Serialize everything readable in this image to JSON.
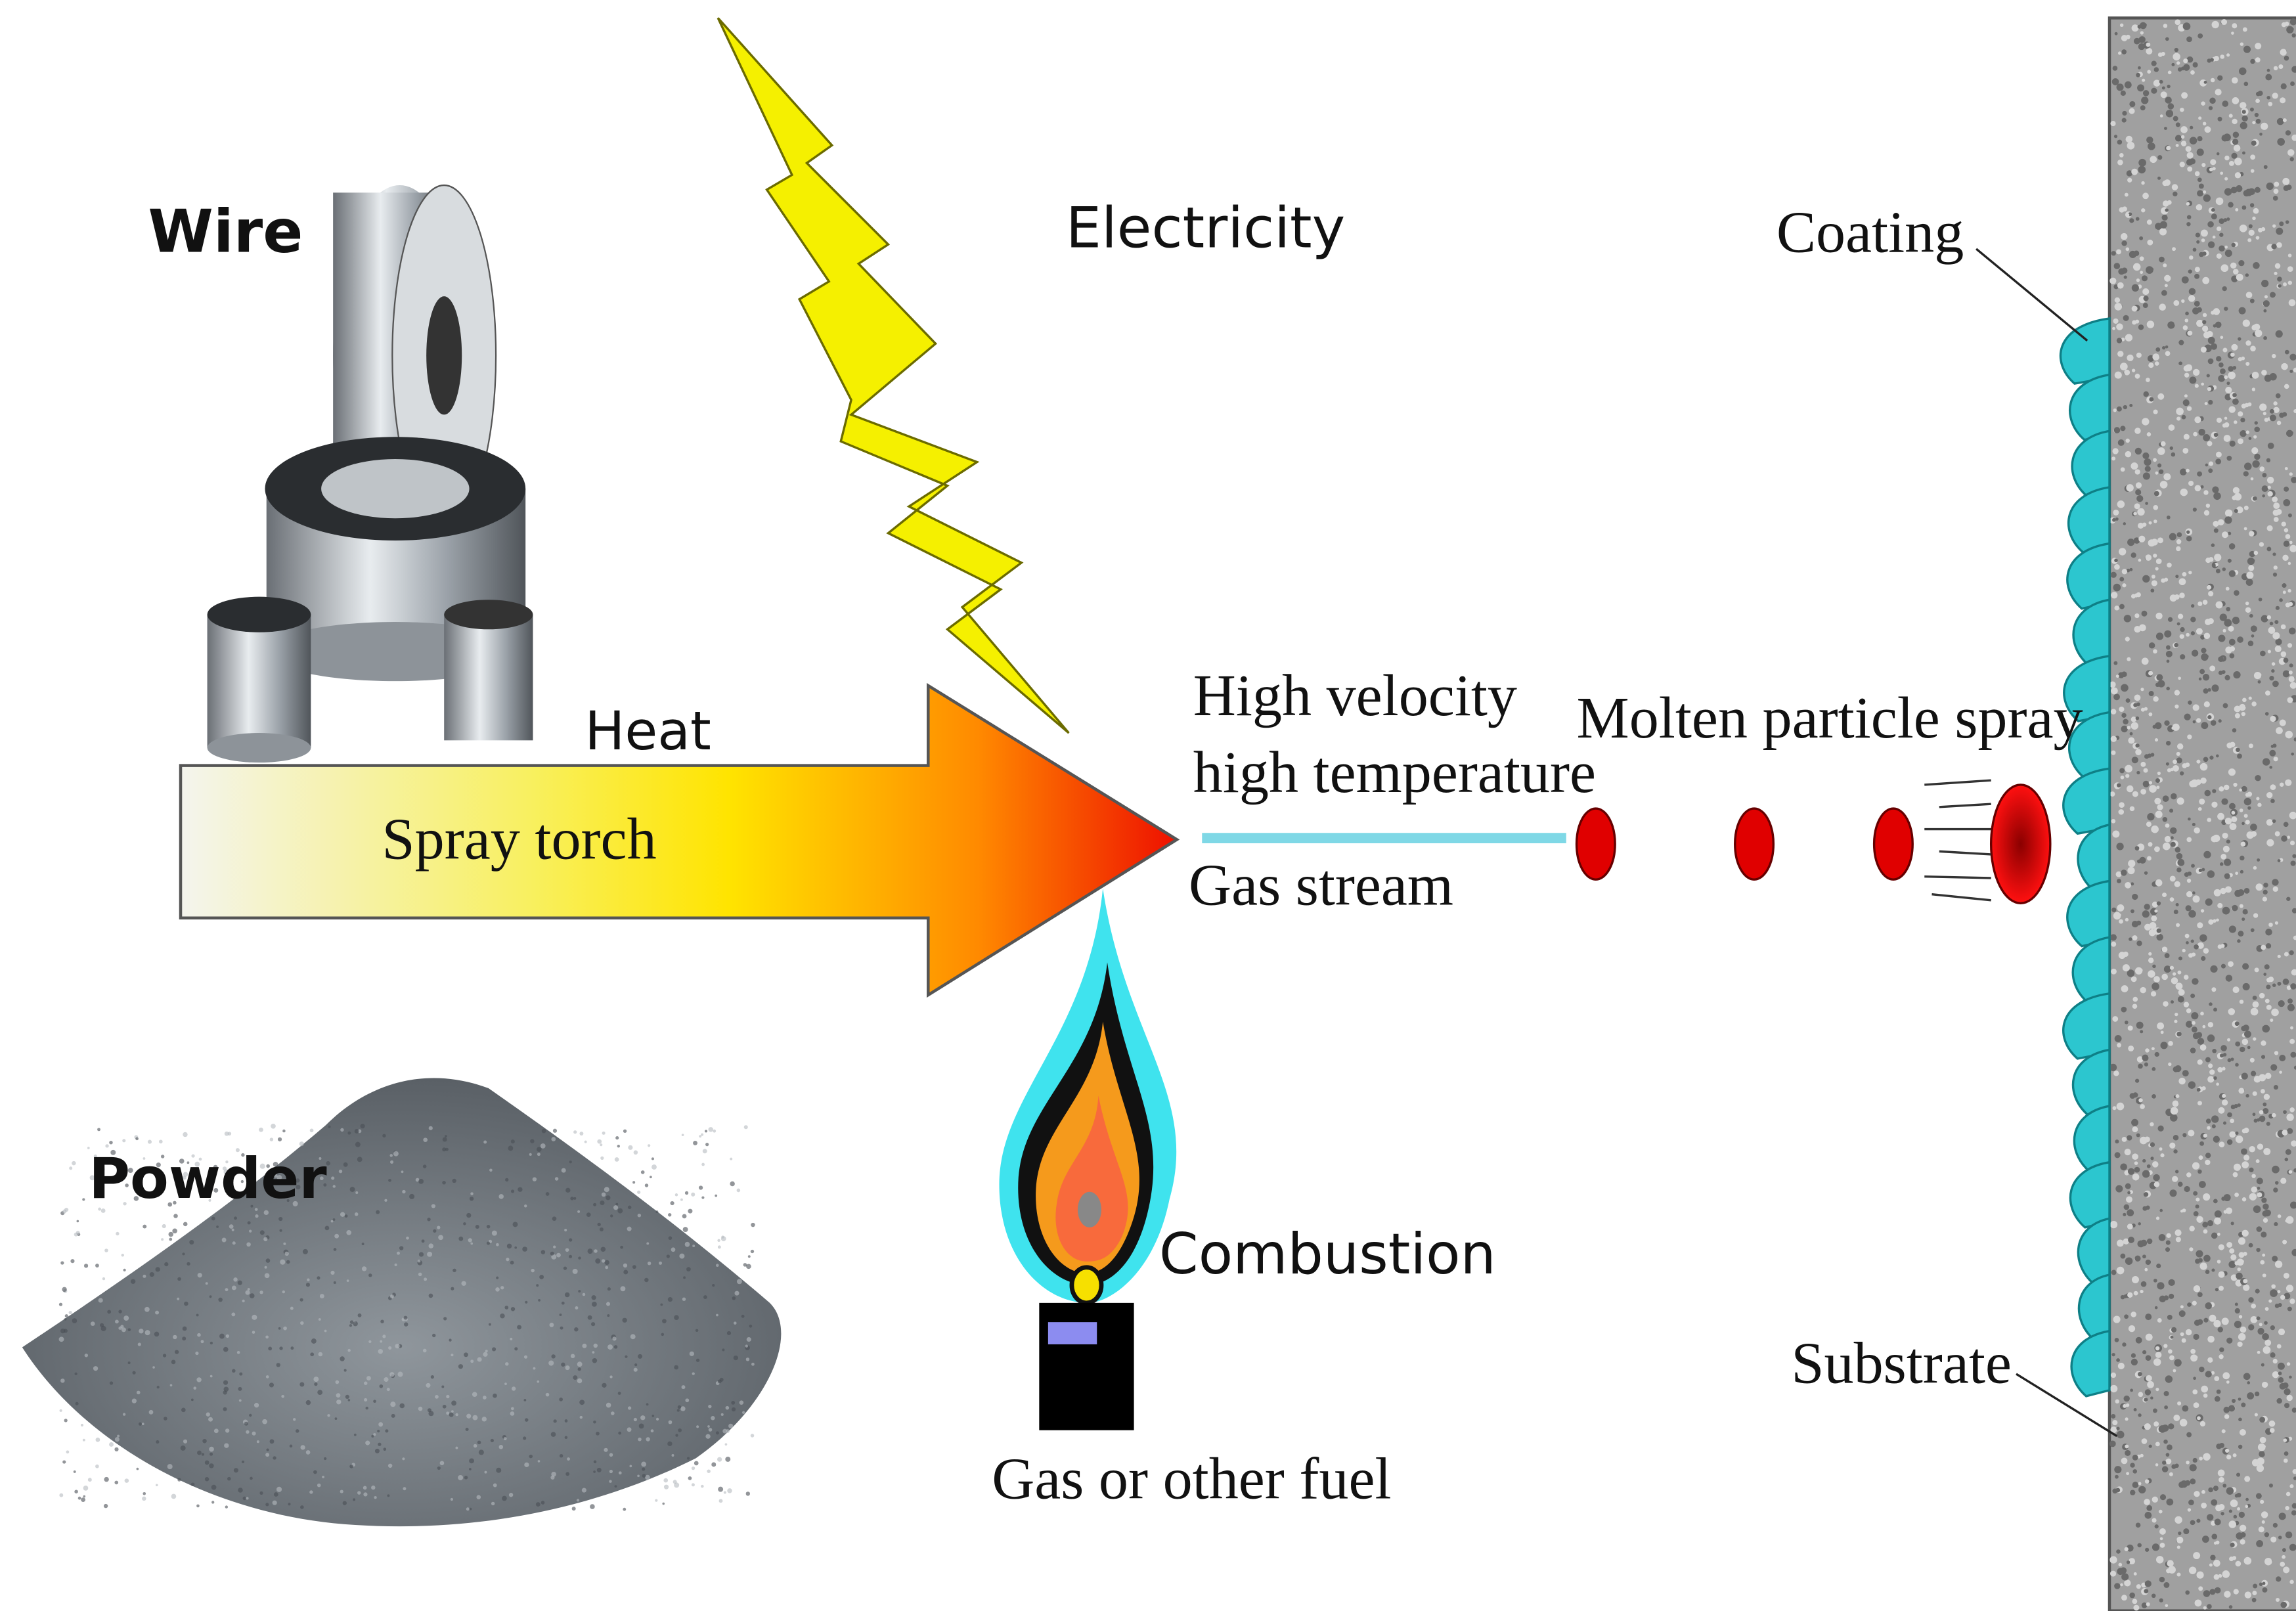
{
  "labels": {
    "wire": "Wire",
    "electricity": "Electricity",
    "coating": "Coating",
    "heat": "Heat",
    "spray_torch": "Spray torch",
    "high_velocity": "High velocity",
    "high_temperature": "high temperature",
    "gas_stream": "Gas stream",
    "molten_particle_spray": "Molten particle spray",
    "powder": "Powder",
    "combustion": "Combustion",
    "substrate": "Substrate",
    "gas_or_other_fuel": "Gas or other fuel"
  },
  "colors": {
    "bolt": "#f5f000",
    "gas_stream": "#7fd8e6",
    "particle": "#e00000",
    "coating": "#2cc6cf",
    "substrate": "#a0a0a0",
    "flame_outer": "#3fe3ee",
    "flame_mid": "#f59a1c"
  }
}
